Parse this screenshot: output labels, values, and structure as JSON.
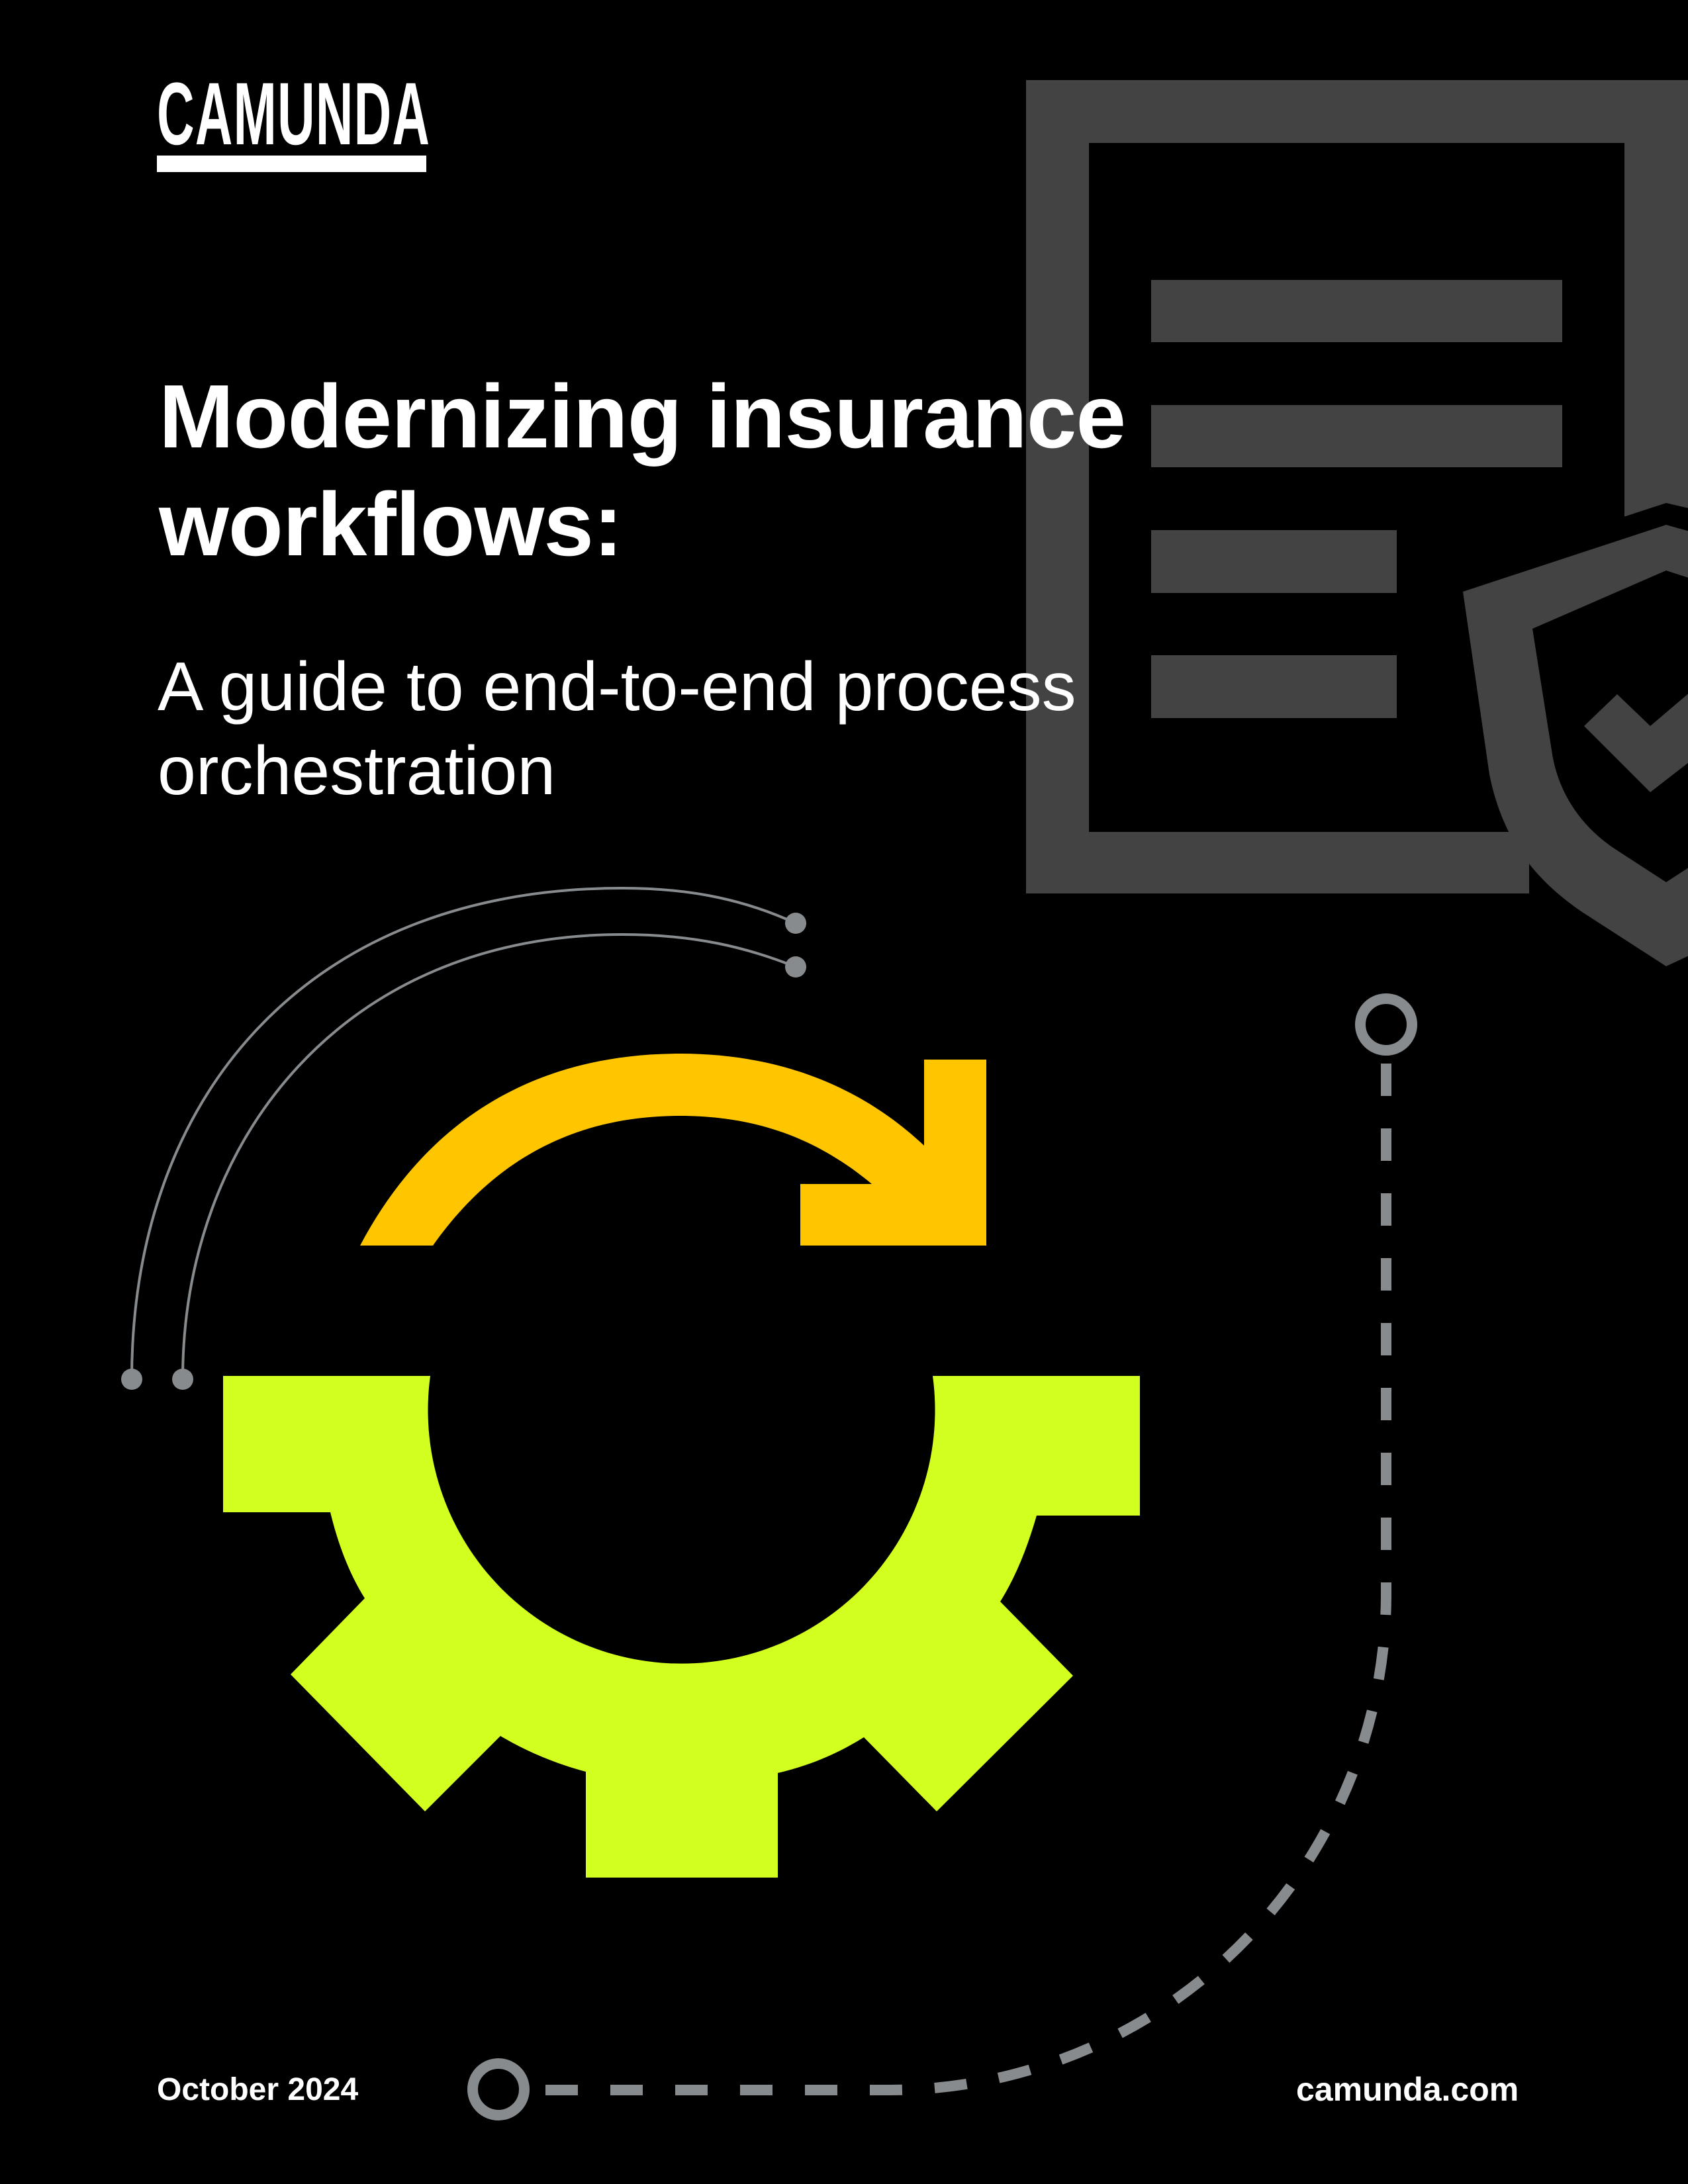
{
  "brand": {
    "logo_text": "CAMUNDA"
  },
  "cover": {
    "title_line1": "Modernizing insurance",
    "title_line2": "workflows:",
    "subtitle_line1": "A guide to end-to-end process",
    "subtitle_line2": "orchestration"
  },
  "footer": {
    "date": "October 2024",
    "website": "camunda.com"
  },
  "illustration": {
    "document_icon": "document-with-shield-check-icon",
    "refresh_arrow_icon": "curved-arrow-icon",
    "gear_icon": "gear-icon",
    "connector_paths": "dashed-connector-lines"
  },
  "colors": {
    "background": "#000000",
    "text": "#ffffff",
    "document_gray": "#434343",
    "connector_gray": "#888b8e",
    "arrow_yellow": "#ffc600",
    "gear_lime": "#d2ff1f"
  }
}
